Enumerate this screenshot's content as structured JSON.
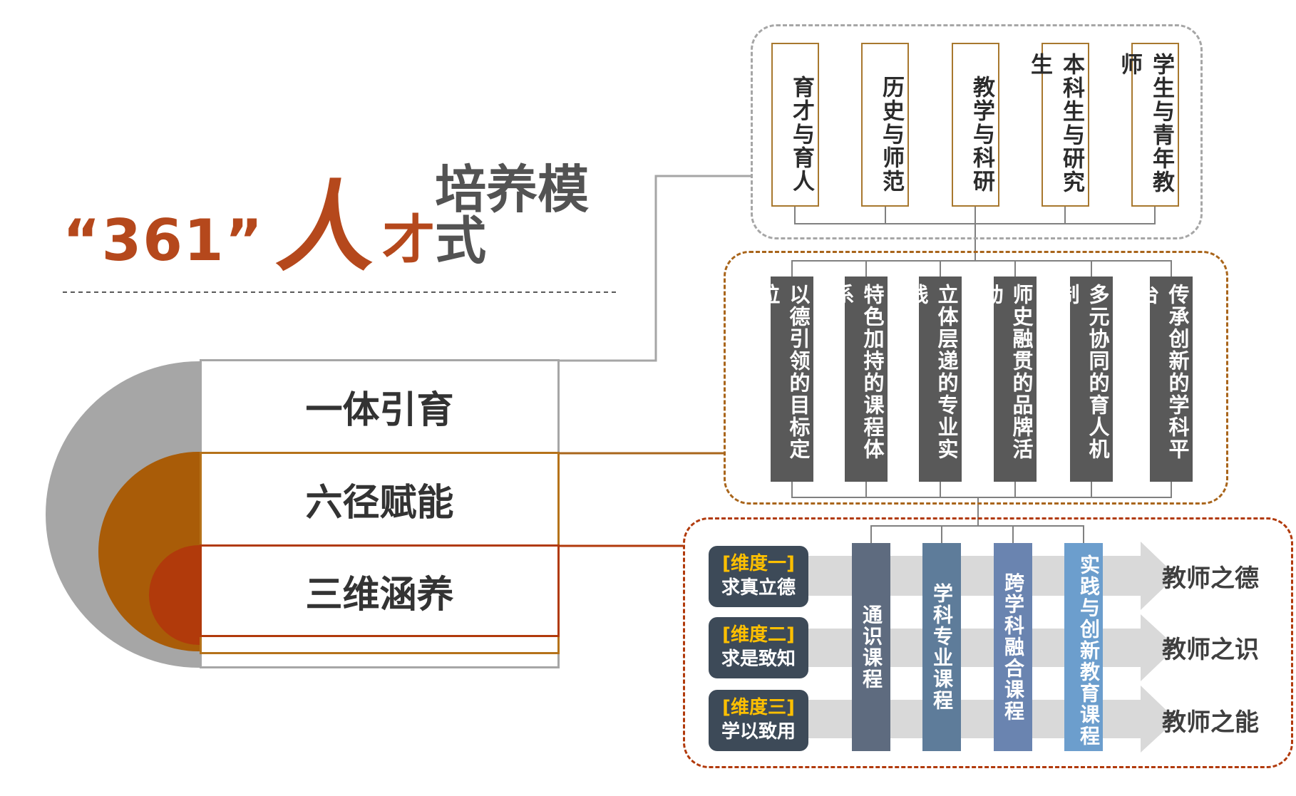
{
  "title": {
    "number": "“361”",
    "ren": "人",
    "cai": "才",
    "rest": "培养模式"
  },
  "levels": [
    "一体引育",
    "六径赋能",
    "三维涵养"
  ],
  "group_one": [
    "育才与育人",
    "历史与师范",
    "教学与科研",
    "本科生与研究生",
    "学生与青年教师"
  ],
  "group_six": [
    "以德引领的目标定位",
    "特色加持的课程体系",
    "立体层递的专业实践",
    "师史融贯的品牌活动",
    "多元协同的育人机制",
    "传承创新的学科平台"
  ],
  "dimensions": [
    {
      "tag": "[维度一]",
      "name": "求真立德"
    },
    {
      "tag": "[维度二]",
      "name": "求是致知"
    },
    {
      "tag": "[维度三]",
      "name": "学以致用"
    }
  ],
  "courses": [
    "通识课程",
    "学科专业课程",
    "跨学科融合课程",
    "实践与创新教育课程"
  ],
  "outcomes": [
    "教师之德",
    "教师之识",
    "教师之能"
  ],
  "colors": {
    "accent": "#b5481c",
    "gray": "#a6a6a6",
    "orange": "#a95c08",
    "red": "#b13a0b",
    "dark_box": "#595959",
    "dim_box": "#3d4a58",
    "dim_tag": "#ffc000",
    "course_1": "#5e6b7f",
    "course_2": "#5e7c9a",
    "course_3": "#6a84b0",
    "course_4": "#6c9ecd"
  }
}
